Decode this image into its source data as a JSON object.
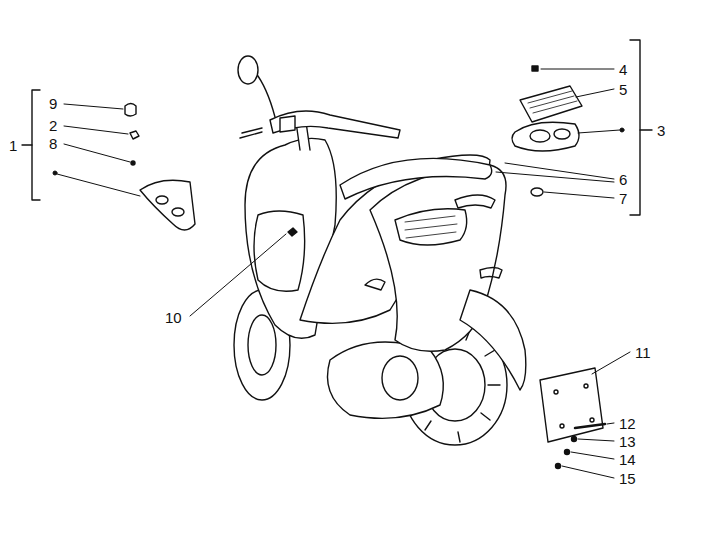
{
  "diagram": {
    "labels": [
      "1",
      "9",
      "2",
      "8",
      "4",
      "5",
      "3",
      "6",
      "7",
      "10",
      "11",
      "12",
      "13",
      "14",
      "15"
    ]
  }
}
